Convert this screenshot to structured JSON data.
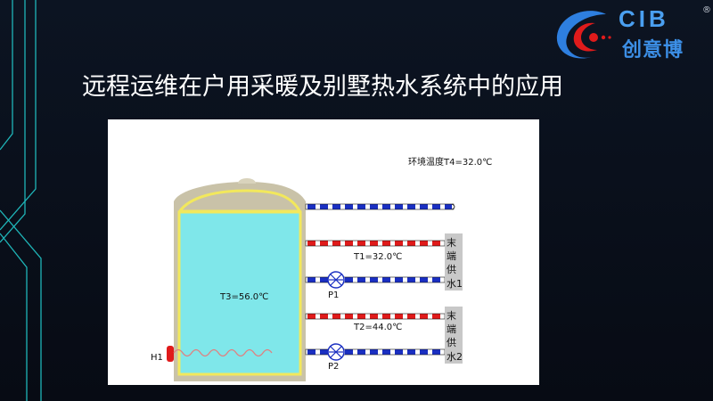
{
  "logo": {
    "text": "CIB",
    "chinese": "创意博",
    "registered": "®"
  },
  "title": "远程运维在户用采暖及别墅热水系统中的应用",
  "diagram": {
    "ambient_temp": "环境温度T4=32.0℃",
    "tank_temp": "T3=56.0℃",
    "supply1_temp": "T1=32.0℃",
    "supply2_temp": "T2=44.0℃",
    "pump1": "P1",
    "pump2": "P2",
    "heater": "H1",
    "terminal1": [
      "末",
      "端",
      "供",
      "水1"
    ],
    "terminal2": [
      "末",
      "端",
      "供",
      "水2"
    ]
  },
  "colors": {
    "background": "#0a1120",
    "deco_line": "#1fb5b8",
    "water": "#7fe7ea",
    "tank_shell": "#c9c2a8",
    "tank_rim": "#f2e85c",
    "hot_pipe": "#e01a1a",
    "cold_pipe": "#1a2fc2",
    "terminal": "#c8c8c8"
  }
}
